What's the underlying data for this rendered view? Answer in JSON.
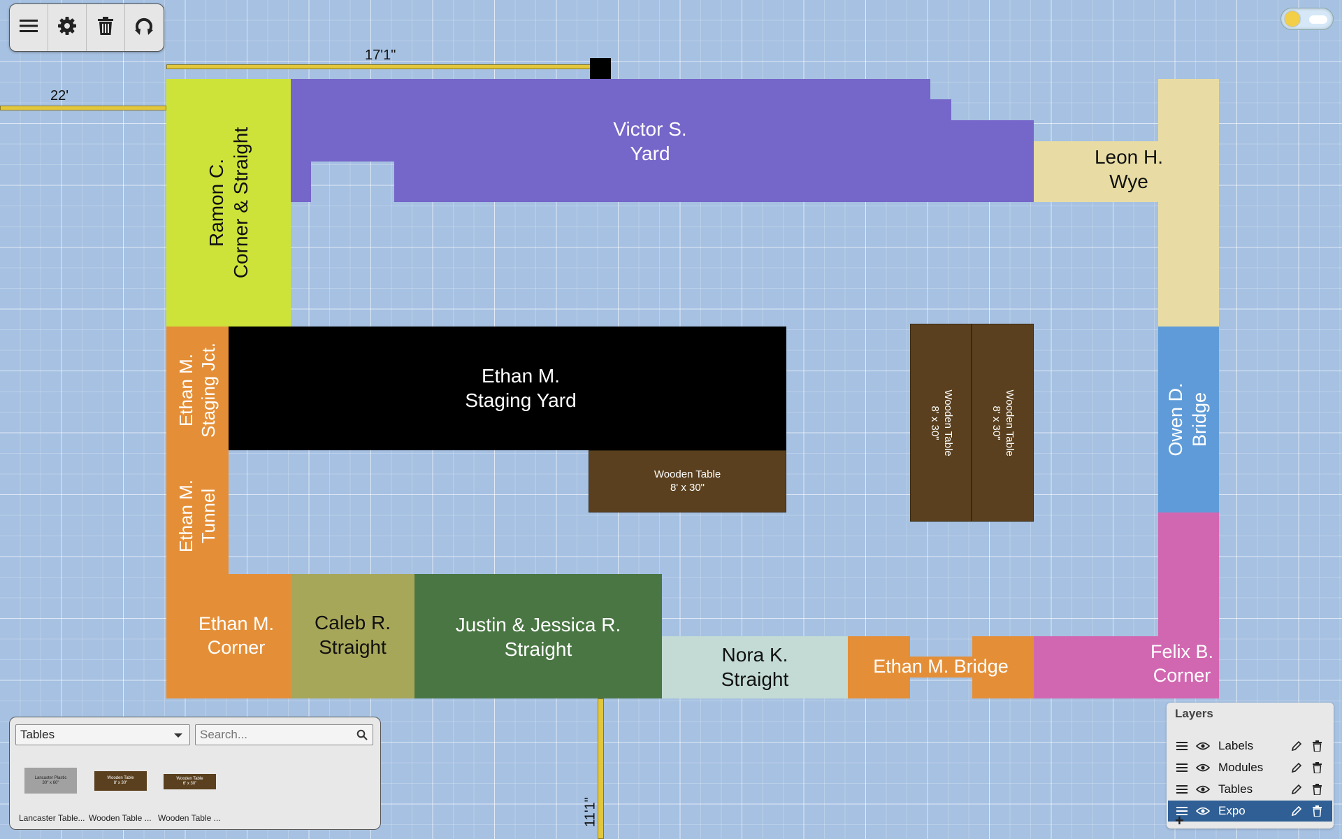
{
  "toolbar": {
    "buttons": [
      {
        "name": "menu-button",
        "icon": "hamburger-menu-icon"
      },
      {
        "name": "settings-button",
        "icon": "gear-icon"
      },
      {
        "name": "delete-button",
        "icon": "trash-icon"
      },
      {
        "name": "reset-button",
        "icon": "rotate-icon"
      }
    ]
  },
  "theme_toggle": {
    "icon": "sun-icon",
    "state": "day"
  },
  "measurements": {
    "top": "17'1\"",
    "left": "22'",
    "bottom": "11'1\""
  },
  "modules": {
    "victor": "Victor S.\nYard",
    "leon": "Leon H.\nWye",
    "ramon": "Ramon C.\nCorner & Straight",
    "ethan_staging_jct": "Ethan M.\nStaging Jct.",
    "ethan_staging_yard": "Ethan M.\nStaging Yard",
    "ethan_tunnel": "Ethan M.\nTunnel",
    "ethan_corner": "Ethan M.\nCorner",
    "caleb": "Caleb R.\nStraight",
    "justin": "Justin & Jessica R.\nStraight",
    "nora": "Nora K.\nStraight",
    "ethan_bridge": "Ethan M. Bridge",
    "felix": "Felix B.\nCorner",
    "owen": "Owen D.\nBridge"
  },
  "tables": {
    "wooden_horizontal": "Wooden Table\n8' x 30\"",
    "wooden_vertical_1": "Wooden Table\n8' x 30\"",
    "wooden_vertical_2": "Wooden Table\n8' x 30\""
  },
  "library": {
    "category": "Tables",
    "search_placeholder": "Search...",
    "items": [
      {
        "thumb": "Lancaster Plastic\n30\" x 60\"",
        "caption": "Lancaster Table..."
      },
      {
        "thumb": "Wooden Table\n8' x 30\"",
        "caption": "Wooden Table ..."
      },
      {
        "thumb": "Wooden Table\n6' x 30\"",
        "caption": "Wooden Table ..."
      }
    ]
  },
  "layers": {
    "title": "Layers",
    "items": [
      {
        "name": "Labels",
        "selected": false
      },
      {
        "name": "Modules",
        "selected": false
      },
      {
        "name": "Tables",
        "selected": false
      },
      {
        "name": "Expo",
        "selected": true
      }
    ],
    "add_label": "+"
  },
  "colors": {
    "victor": "#7566c9",
    "leon": "#e8dca4",
    "ramon": "#cde33a",
    "ethan": "#e48f38",
    "staging_yard": "#000000",
    "wooden": "#5a401e",
    "caleb": "#a7a75a",
    "justin": "#4a7643",
    "nora": "#c3dbd4",
    "felix": "#d267b1",
    "owen": "#5f9bd8",
    "measurement": "#e2c73d",
    "layer_selected": "#2f5f95"
  }
}
